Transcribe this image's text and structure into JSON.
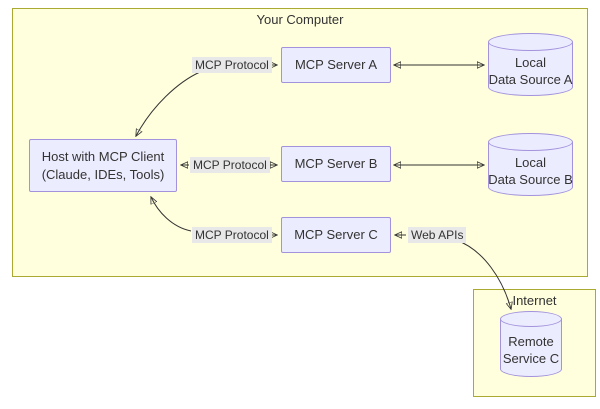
{
  "clusters": {
    "your_computer": {
      "title": "Your Computer"
    },
    "internet": {
      "title": "Internet"
    }
  },
  "nodes": {
    "host": {
      "line1": "Host with MCP Client",
      "line2": "(Claude, IDEs, Tools)"
    },
    "server_a": {
      "label": "MCP Server A"
    },
    "server_b": {
      "label": "MCP Server B"
    },
    "server_c": {
      "label": "MCP Server C"
    },
    "data_source_a": {
      "line1": "Local",
      "line2": "Data Source A"
    },
    "data_source_b": {
      "line1": "Local",
      "line2": "Data Source B"
    },
    "remote_service_c": {
      "line1": "Remote",
      "line2": "Service C"
    }
  },
  "edge_labels": {
    "protocol_a": "MCP Protocol",
    "protocol_b": "MCP Protocol",
    "protocol_c": "MCP Protocol",
    "web_apis": "Web APIs"
  },
  "colors": {
    "cluster_fill": "#ffffde",
    "cluster_border": "#aaaa33",
    "node_fill": "#ececff",
    "node_border": "#a393dc",
    "edge_label_bg": "#e8e8e8",
    "edge_stroke": "#333333",
    "text": "#333333"
  }
}
